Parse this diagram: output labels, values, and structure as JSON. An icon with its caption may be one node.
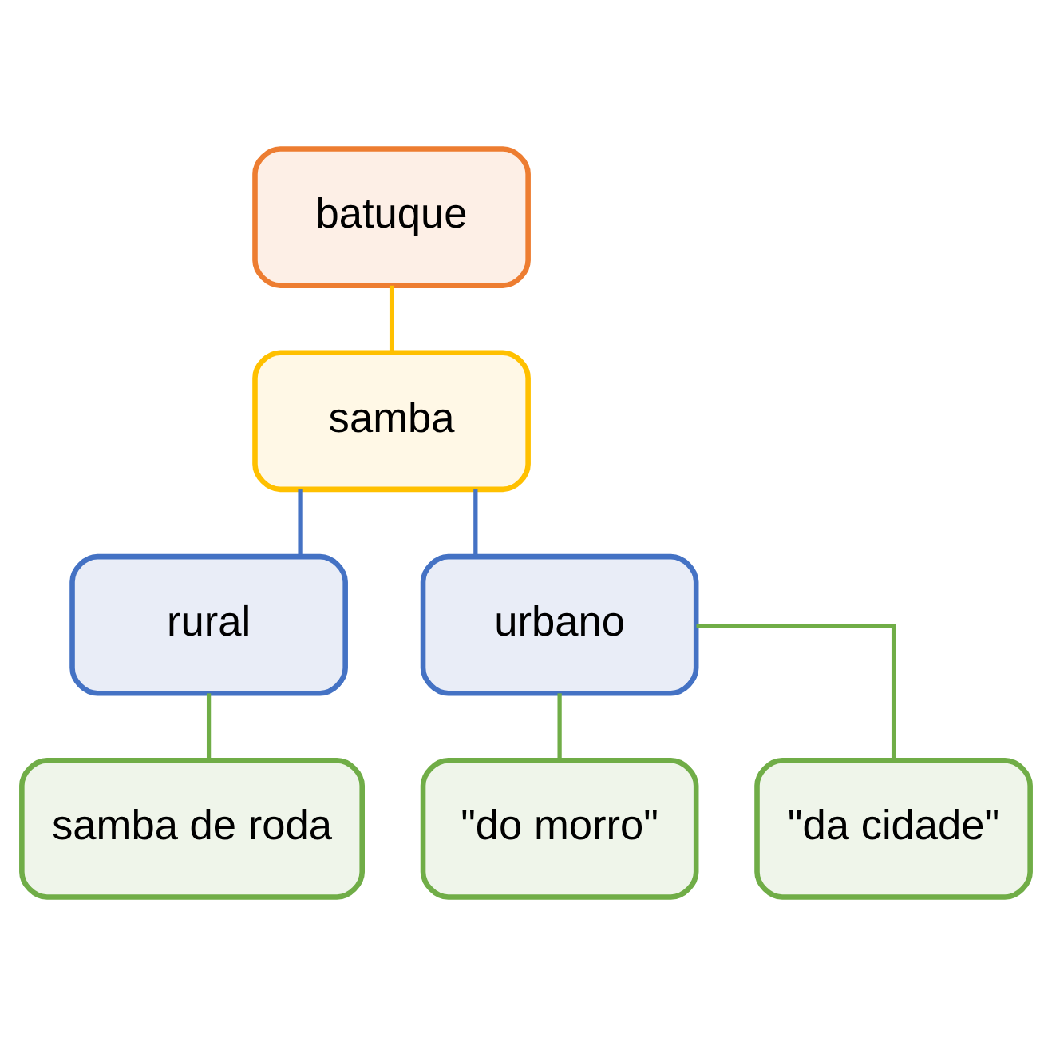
{
  "diagram": {
    "nodes": [
      {
        "text": [
          "batuque"
        ]
      },
      {
        "text": [
          "samba"
        ]
      },
      {
        "text": [
          "rural"
        ]
      },
      {
        "text": [
          "urbano"
        ]
      },
      {
        "text": [
          "samba de roda"
        ]
      },
      {
        "text": [
          "\"do morro\""
        ]
      },
      {
        "text": [
          "\"da cidade\""
        ]
      }
    ],
    "edges": [
      {
        "from": 0,
        "to": 1,
        "arrow": "none",
        "color": "#ffc000"
      },
      {
        "from": 1,
        "to": 2,
        "arrow": "none",
        "color": "#4472c4"
      },
      {
        "from": 1,
        "to": 3,
        "arrow": "none",
        "color": "#4472c4"
      },
      {
        "from": 2,
        "to": 4,
        "arrow": "none"
      },
      {
        "from": 3,
        "to": 5,
        "arrow": "none"
      },
      {
        "from": 3,
        "to": 6,
        "arrow": "none"
      }
    ]
  }
}
